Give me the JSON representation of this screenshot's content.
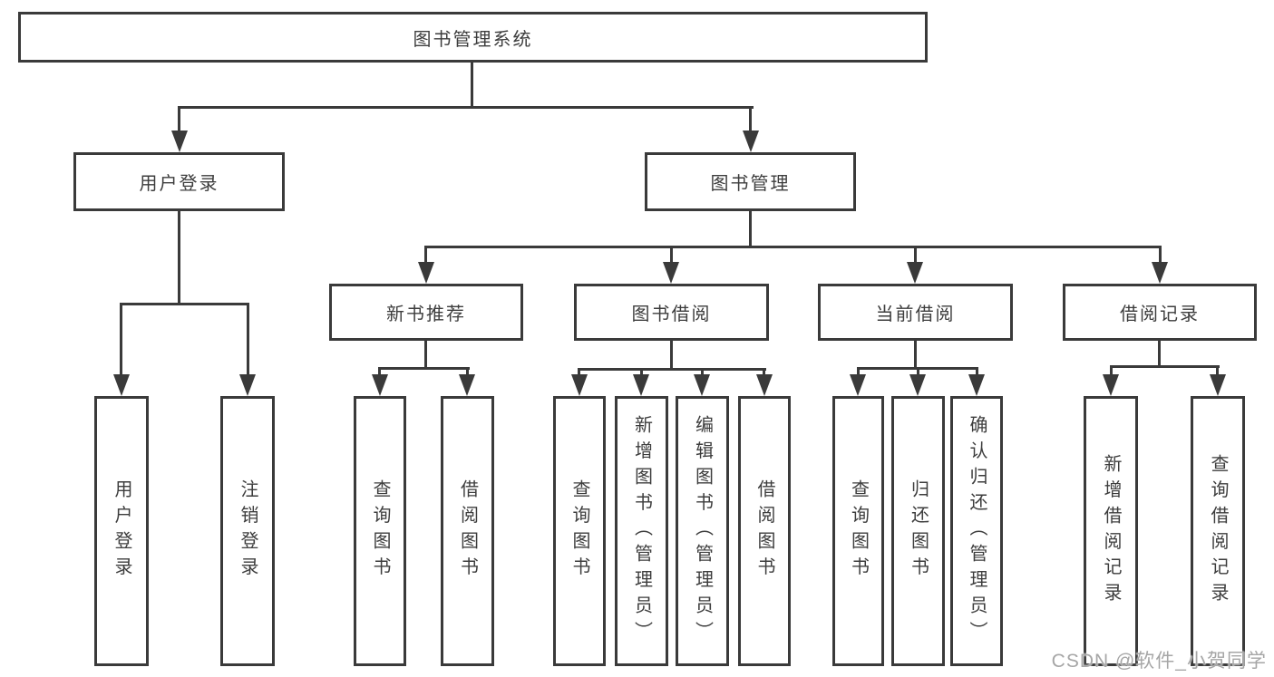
{
  "diagram_title": "图书管理系统",
  "tree": {
    "root": {
      "label": "图书管理系统"
    },
    "branches": [
      {
        "label": "用户登录",
        "children": [
          {
            "label": "用户登录"
          },
          {
            "label": "注销登录"
          }
        ]
      },
      {
        "label": "图书管理",
        "children": [
          {
            "label": "新书推荐",
            "children": [
              {
                "label": "查询图书"
              },
              {
                "label": "借阅图书"
              }
            ]
          },
          {
            "label": "图书借阅",
            "children": [
              {
                "label": "查询图书"
              },
              {
                "label": "新增图书（管理员）"
              },
              {
                "label": "编辑图书（管理员）"
              },
              {
                "label": "借阅图书"
              }
            ]
          },
          {
            "label": "当前借阅",
            "children": [
              {
                "label": "查询图书"
              },
              {
                "label": "归还图书"
              },
              {
                "label": "确认归还（管理员）"
              }
            ]
          },
          {
            "label": "借阅记录",
            "children": [
              {
                "label": "新增借阅记录"
              },
              {
                "label": "查询借阅记录"
              }
            ]
          }
        ]
      }
    ]
  },
  "watermark": "CSDN @软件_小贺同学",
  "colors": {
    "line": "#3a3a3a",
    "text": "#3d3d3d",
    "background": "#ffffff",
    "watermark": "#a6a6a6"
  }
}
